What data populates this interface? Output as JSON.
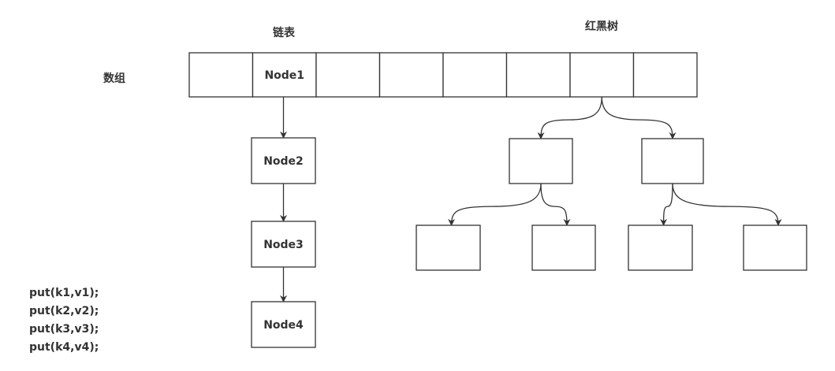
{
  "labels": {
    "array": "数组",
    "linked_list": "链表",
    "red_black_tree": "红黑树"
  },
  "array_cells": [
    "",
    "Node1",
    "",
    "",
    "",
    "",
    "",
    ""
  ],
  "list_nodes": [
    "Node2",
    "Node3",
    "Node4"
  ],
  "tree_nodes": {
    "level1": [
      "",
      ""
    ],
    "level2": [
      "",
      "",
      "",
      ""
    ]
  },
  "code_lines": [
    "put(k1,v1);",
    "put(k2,v2);",
    "put(k3,v3);",
    "put(k4,v4);"
  ],
  "colors": {
    "stroke": "#333333",
    "text": "#333333",
    "background": "#ffffff"
  }
}
